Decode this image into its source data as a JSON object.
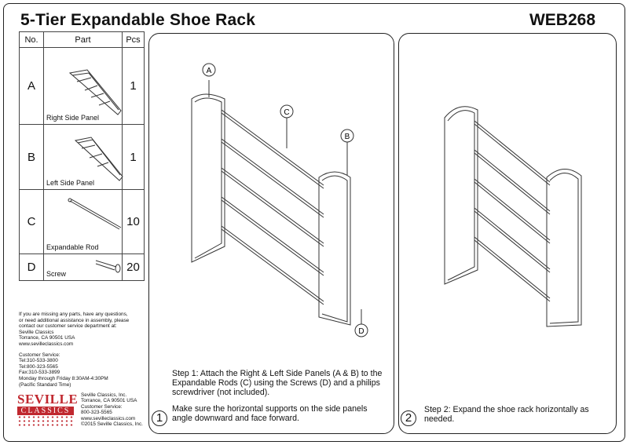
{
  "header": {
    "title": "5-Tier Expandable Shoe Rack",
    "model": "WEB268"
  },
  "parts_table": {
    "headers": [
      "No.",
      "Part",
      "Pcs"
    ],
    "rows": [
      {
        "no": "A",
        "name": "Right Side Panel",
        "pcs": "1",
        "icon": "side-panel-icon"
      },
      {
        "no": "B",
        "name": "Left Side Panel",
        "pcs": "1",
        "icon": "side-panel-icon"
      },
      {
        "no": "C",
        "name": "Expandable Rod",
        "pcs": "10",
        "icon": "rod-icon"
      },
      {
        "no": "D",
        "name": "Screw",
        "pcs": "20",
        "icon": "screw-icon"
      }
    ]
  },
  "contact": {
    "help": [
      "If you are missing any parts, have any questions,",
      "or need additional assistance in assembly, please",
      "contact our customer service department at:",
      "Seville Classics",
      "Torrance, CA 90501 USA",
      "www.sevilleclassics.com"
    ],
    "service": [
      "Customer Service:",
      "Tel:310-533-3800",
      "Tel:800-323-5565",
      "Fax:310-533-3899",
      "Monday through Friday 8:30AM-4:30PM",
      "(Pacific Standard Time)"
    ]
  },
  "logo": {
    "top": "SEVILLE",
    "bottom": "CLASSICS"
  },
  "company": [
    "Seville Classics, Inc.",
    "Torrance, CA 90501 USA",
    "Customer Service:",
    "800-323-5565",
    "www.sevilleclassics.com",
    "©2015 Seville Classics, Inc."
  ],
  "labels": {
    "a": "A",
    "b": "B",
    "c": "C",
    "d": "D"
  },
  "step1": {
    "number": "1",
    "text": "Step 1: Attach the Right & Left Side Panels (A & B) to the Expandable Rods (C) using the Screws (D) and a philips screwdriver (not included).",
    "note": "Make sure the horizontal supports on the side panels angle downward and face forward."
  },
  "step2": {
    "number": "2",
    "text": "Step 2: Expand the shoe rack horizontally as needed."
  }
}
